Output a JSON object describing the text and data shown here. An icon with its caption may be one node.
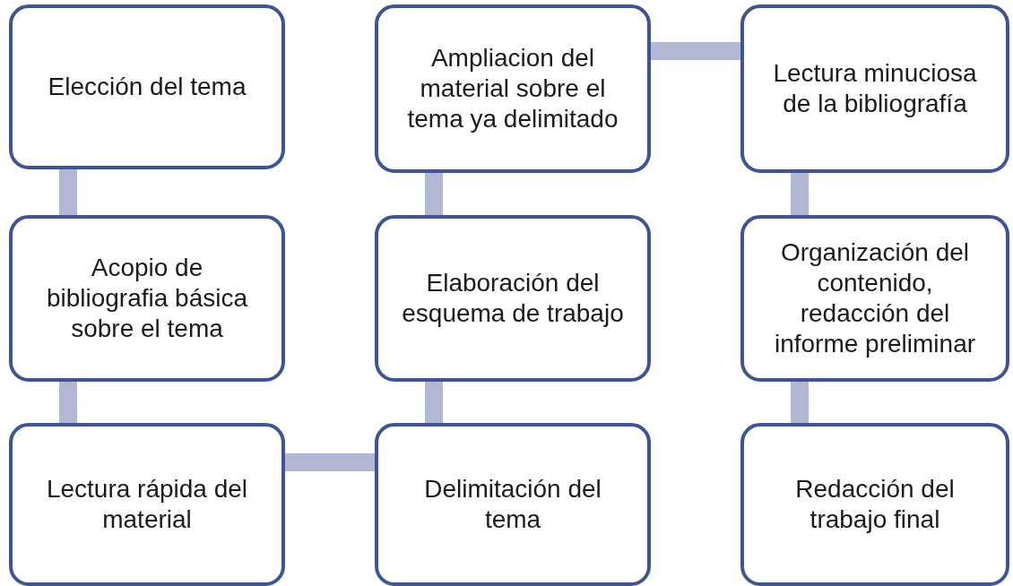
{
  "diagram": {
    "nodes": [
      {
        "text": [
          "Elección del tema"
        ]
      },
      {
        "text": [
          "Acopio de bibliografia básica sobre el tema"
        ]
      },
      {
        "text": [
          "Lectura rápida del material"
        ]
      },
      {
        "text": [
          "Delimitación del tema"
        ]
      },
      {
        "text": [
          "Elaboración del esquema de trabajo"
        ]
      },
      {
        "text": [
          "Ampliacion del material sobre el tema ya delimitado"
        ]
      },
      {
        "text": [
          "Lectura minuciosa de la bibliografía"
        ]
      },
      {
        "text": [
          "Organización del contenido, redacción del informe preliminar"
        ]
      },
      {
        "text": [
          "Redacción del trabajo final"
        ]
      }
    ],
    "edges": [
      {
        "from": 0,
        "to": 1,
        "arrow": "none"
      },
      {
        "from": 1,
        "to": 2,
        "arrow": "none"
      },
      {
        "from": 2,
        "to": 3,
        "arrow": "none"
      },
      {
        "from": 3,
        "to": 4,
        "arrow": "none"
      },
      {
        "from": 4,
        "to": 5,
        "arrow": "none"
      },
      {
        "from": 5,
        "to": 6,
        "arrow": "none"
      },
      {
        "from": 6,
        "to": 7,
        "arrow": "none"
      },
      {
        "from": 7,
        "to": 8,
        "arrow": "none"
      }
    ]
  }
}
